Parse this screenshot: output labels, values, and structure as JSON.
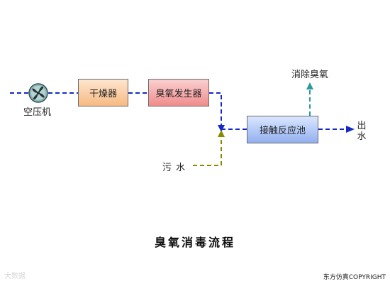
{
  "diagram": {
    "nodes": {
      "compressor": "空压机",
      "dryer": "干燥器",
      "ozone_generator": "臭氧发生器",
      "contact_tank": "接触反应池",
      "ozone_removal": "消除臭氧",
      "water_out": "出水",
      "wastewater": "污水"
    },
    "title": "臭氧消毒流程",
    "watermark": "大数据",
    "copyright": "东方仿真COPYRIGHT"
  },
  "colors": {
    "air_line": "#1428c8",
    "wastewater_line": "#8a8a00",
    "off_gas_line": "#2a9a9a",
    "outlet_arrow": "#1428c8"
  }
}
